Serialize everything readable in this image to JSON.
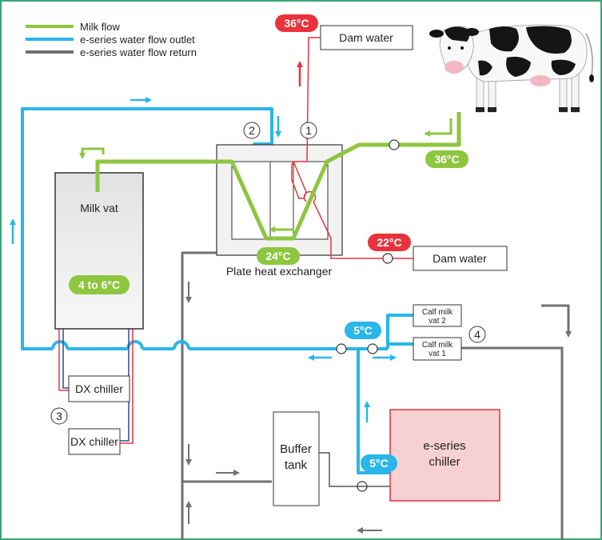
{
  "legend": {
    "milk": "Milk flow",
    "outlet": "e-series water flow outlet",
    "return": "e-series water flow return"
  },
  "colors": {
    "milk": "#8dc63f",
    "outlet": "#29b6e8",
    "return": "#707070",
    "hot": "#e8333c",
    "chiller_fill": "#f7d1d1",
    "chiller_stroke": "#e0303a",
    "frame": "#3aa57a"
  },
  "temps": {
    "dam_top": "36°C",
    "cow": "36°C",
    "dam_mid": "22°C",
    "phe_out": "24°C",
    "vat": "4 to 6°C",
    "calf": "5°C",
    "chiller": "5°C"
  },
  "labels": {
    "dam_water_top": "Dam water",
    "dam_water_mid": "Dam water",
    "milk_vat": "Milk vat",
    "phe": "Plate heat exchanger",
    "dx_chiller_1": "DX chiller",
    "dx_chiller_2": "DX chiller",
    "buffer_line1": "Buffer",
    "buffer_line2": "tank",
    "chiller_line1": "e-series",
    "chiller_line2": "chiller",
    "calf_vat2_line1": "Calf milk",
    "calf_vat2_line2": "vat 2",
    "calf_vat1_line1": "Calf milk",
    "calf_vat1_line2": "vat 1"
  },
  "numbers": {
    "n1": "1",
    "n2": "2",
    "n3": "3",
    "n4": "4"
  }
}
